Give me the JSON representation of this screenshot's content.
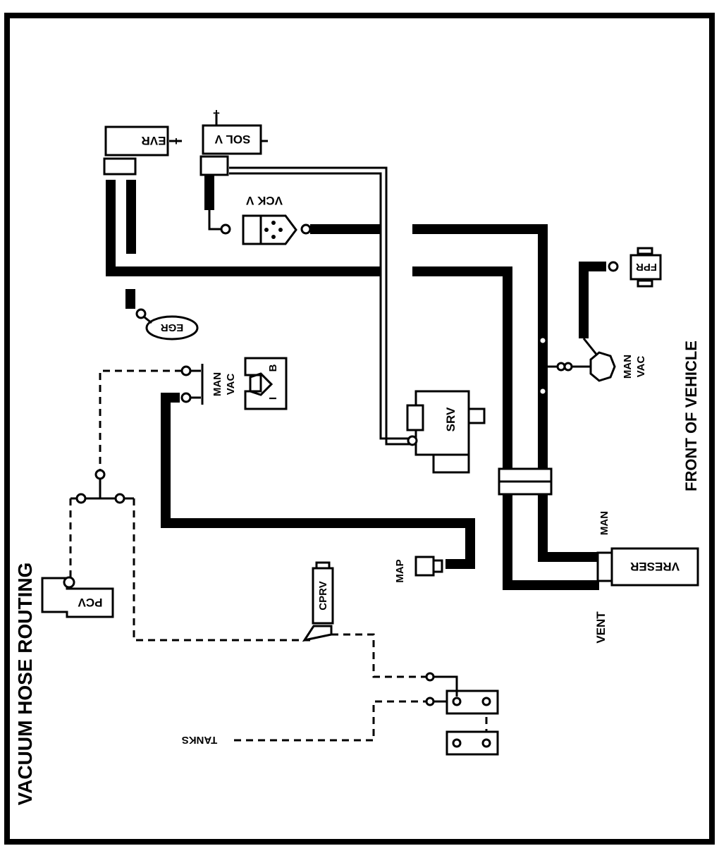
{
  "title": "VACUUM HOSE ROUTING",
  "orientation_label": "FRONT OF VEHICLE",
  "components": {
    "evr": "EVR",
    "sol_v": "SOL V",
    "vck_v": "VCK V",
    "fpr": "FPR",
    "egr": "EGR",
    "man_vac_left_1": "MAN",
    "man_vac_left_2": "VAC",
    "ib_1": "I",
    "ib_2": "B",
    "srv": "SRV",
    "man_vac_right_1": "MAN",
    "man_vac_right_2": "VAC",
    "map": "MAP",
    "man": "MAN",
    "vreser": "VRESER",
    "vent": "VENT",
    "cprv": "CPRV",
    "pcv": "PCV",
    "tanks": "TANKS",
    "plus_1": "+",
    "plus_2": "+"
  },
  "colors": {
    "line": "#000000",
    "background": "#ffffff"
  }
}
